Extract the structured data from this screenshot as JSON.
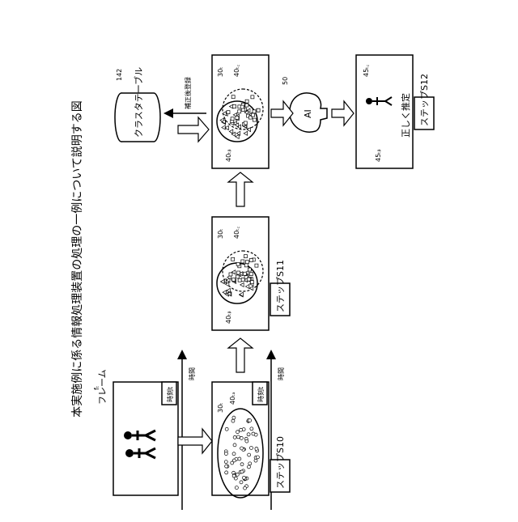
{
  "figure": {
    "title": "本実施例に係る情報処理装置の処理の一例について説明する図"
  },
  "labels": {
    "frame_label": "フレーム",
    "frame_symbol": "fₜ",
    "time_tag": "時刻t",
    "time_axis": "時間",
    "step_s10": "ステップS10",
    "step_s11": "ステップS11",
    "step_s12": "ステップS12",
    "cluster_table": "クラスタテーブル",
    "register_after_correction": "補正後登録",
    "correct_estimation": "正しく推定",
    "ai": "AI"
  },
  "refs": {
    "r142": "142",
    "r50": "50",
    "r30t": "30ₜ",
    "r40ta": "40ₜₐ",
    "r40tb": "40ₜᵦ",
    "r40tc": "40ₜ꜀",
    "r45tb": "45ₜᵦ",
    "r45tc": "45ₜ꜀"
  }
}
